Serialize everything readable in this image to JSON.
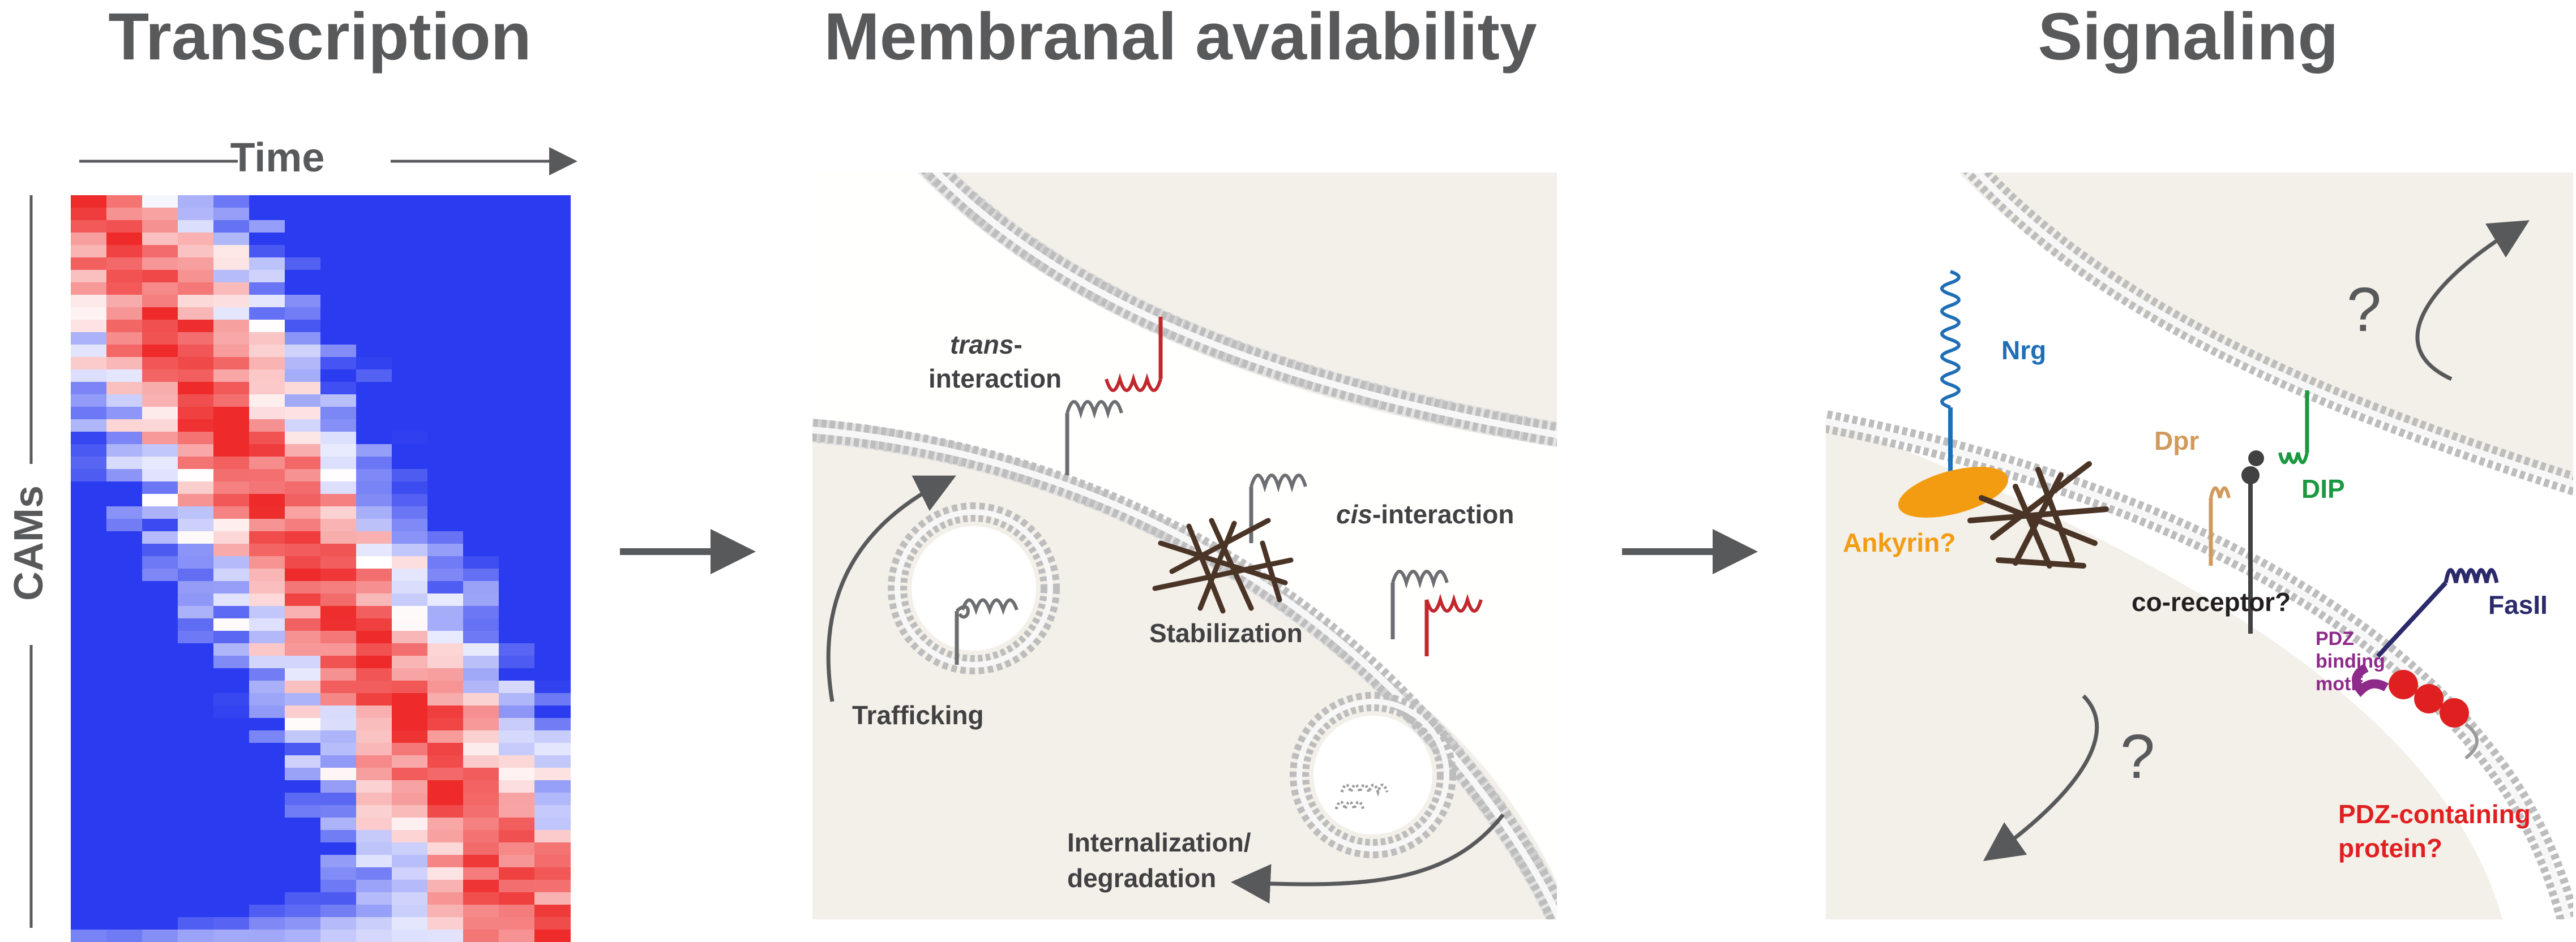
{
  "titles": {
    "transcription": "Transcription",
    "membranal": "Membranal availability",
    "signaling": "Signaling"
  },
  "heatmap": {
    "x_label": "Time",
    "y_label": "CAMs",
    "low_color": "#2b3cf0",
    "mid_color": "#ffffff",
    "high_color": "#ee2a2a"
  },
  "membrane_panel": {
    "trans_italic": "trans",
    "trans_rest": "-",
    "trans_line2": "interaction",
    "cis_italic": "cis",
    "cis_rest": "-interaction",
    "stabilization": "Stabilization",
    "trafficking": "Trafficking",
    "internalization_line1": "Internalization/",
    "internalization_line2": "degradation"
  },
  "signaling_panel": {
    "nrg": "Nrg",
    "ankyrin": "Ankyrin?",
    "dpr": "Dpr",
    "dip": "DIP",
    "coreceptor": "co-receptor?",
    "fasii": "FasII",
    "pdz_line1": "PDZ",
    "pdz_line2": "binding",
    "pdz_line3": "motif",
    "pdzprot_line1": "PDZ-containing",
    "pdzprot_line2": "protein?",
    "question_top": "?",
    "question_bottom": "?"
  },
  "colors": {
    "panel_bg": "#f3efe9",
    "membrane_head": "#d9d9d9",
    "membrane_tail": "#bdbdbd",
    "receptor_gray": "#6d6e71",
    "receptor_red": "#c1272d",
    "actin": "#4a3426",
    "nrg_blue": "#1f6fb6",
    "ankyrin_orange": "#f39c12",
    "dpr_tan": "#d19a5b",
    "dip_green": "#1a9940",
    "fasii_navy": "#2b2a6b",
    "pdz_purple": "#8e2a8a",
    "pdz_red": "#e02020",
    "arrow": "#58595b"
  }
}
